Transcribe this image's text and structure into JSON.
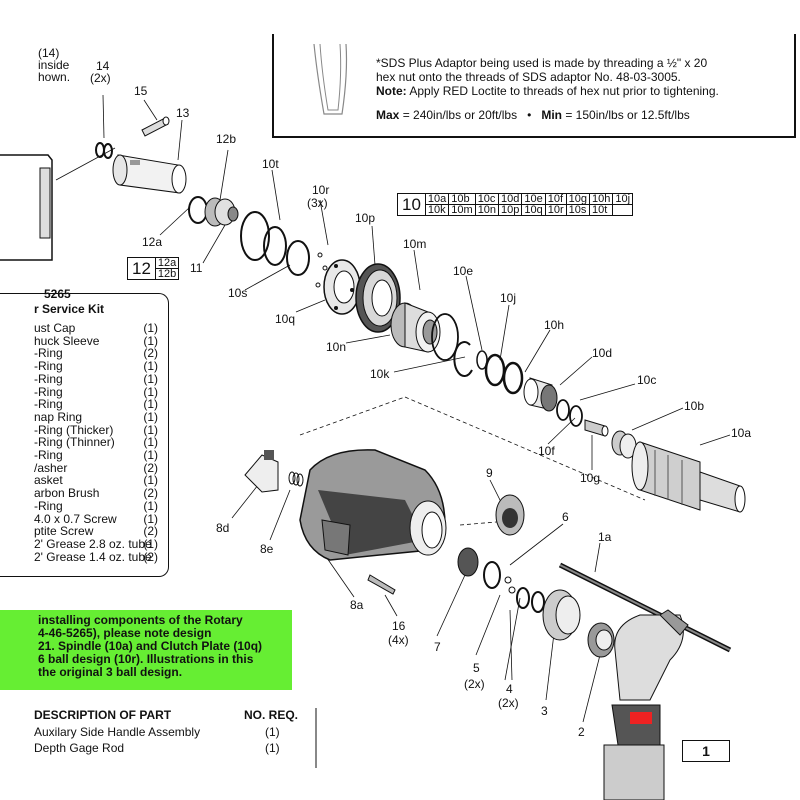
{
  "top_left_note": {
    "line1": "(14)",
    "line2": "inside",
    "line3": "hown."
  },
  "note": {
    "line0": "*SDS Plus Adaptor being used is made by threading a ½\" x 20",
    "line1": "hex nut onto the threads of SDS adaptor No. 48-03-3005.",
    "note_label": "Note:",
    "note_text": "Apply RED Loctite to threads of hex nut prior to tightening.",
    "max_label": "Max",
    "max_text": "= 240in/lbs or 20ft/lbs",
    "bullet": "•",
    "min_label": "Min",
    "min_text": "= 150in/lbs or 12.5ft/lbs"
  },
  "table10": {
    "number": "10",
    "row1": [
      "10a",
      "10b",
      "10c",
      "10d",
      "10e",
      "10f",
      "10g",
      "10h",
      "10j"
    ],
    "row2": [
      "10k",
      "10m",
      "10n",
      "10p",
      "10q",
      "10r",
      "10s",
      "10t",
      ""
    ]
  },
  "table12": {
    "number": "12",
    "row1": "12a",
    "row2": "12b"
  },
  "service_kit": {
    "part_no": "5265",
    "title": "r Service Kit",
    "items": [
      {
        "name": "ust Cap",
        "qty": "(1)"
      },
      {
        "name": "huck Sleeve",
        "qty": "(1)"
      },
      {
        "name": "-Ring",
        "qty": "(2)"
      },
      {
        "name": "-Ring",
        "qty": "(1)"
      },
      {
        "name": "-Ring",
        "qty": "(1)"
      },
      {
        "name": "-Ring",
        "qty": "(1)"
      },
      {
        "name": "-Ring",
        "qty": "(1)"
      },
      {
        "name": "nap Ring",
        "qty": "(1)"
      },
      {
        "name": "-Ring (Thicker)",
        "qty": "(1)"
      },
      {
        "name": "-Ring (Thinner)",
        "qty": "(1)"
      },
      {
        "name": "-Ring",
        "qty": "(1)"
      },
      {
        "name": "/asher",
        "qty": "(2)"
      },
      {
        "name": "asket",
        "qty": "(1)"
      },
      {
        "name": "arbon Brush",
        "qty": "(2)"
      },
      {
        "name": "-Ring",
        "qty": "(1)"
      },
      {
        "name": "4.0 x 0.7 Screw",
        "qty": "(1)"
      },
      {
        "name": "ptite Screw",
        "qty": "(2)"
      },
      {
        "name": "2' Grease 2.8 oz. tube",
        "qty": "(1)"
      },
      {
        "name": "2' Grease 1.4 oz. tube",
        "qty": "(2)"
      }
    ]
  },
  "green_note": {
    "lines": [
      "installing components of the Rotary",
      "4-46-5265), please note design",
      "21. Spindle (10a) and Clutch Plate (10q)",
      "6 ball design (10r). Illustrations in this",
      " the original 3 ball design."
    ]
  },
  "parts_table": {
    "header_desc": "DESCRIPTION OF PART",
    "header_req": "NO. REQ.",
    "rows": [
      {
        "desc": "Auxilary Side Handle Assembly",
        "qty": "(1)"
      },
      {
        "desc": "Depth Gage Rod",
        "qty": "(1)"
      }
    ]
  },
  "page_box": "1",
  "callouts": {
    "c14": "14",
    "c14q": "(2x)",
    "c15": "15",
    "c13": "13",
    "c12b": "12b",
    "c12a": "12a",
    "c11": "11",
    "c10t": "10t",
    "c10s": "10s",
    "c10r": "10r",
    "c10r_q": "(3x)",
    "c10p": "10p",
    "c10q": "10q",
    "c10m": "10m",
    "c10n": "10n",
    "c10e": "10e",
    "c10k": "10k",
    "c10j": "10j",
    "c10h": "10h",
    "c10d": "10d",
    "c10c": "10c",
    "c10b": "10b",
    "c10a": "10a",
    "c10f": "10f",
    "c10g": "10g",
    "c9": "9",
    "c6": "6",
    "c1a": "1a",
    "c8d": "8d",
    "c8e": "8e",
    "c8a": "8a",
    "c16": "16",
    "c16q": "(4x)",
    "c7": "7",
    "c5": "5",
    "c5q": "(2x)",
    "c4": "4",
    "c4q": "(2x)",
    "c3": "3",
    "c2": "2"
  }
}
